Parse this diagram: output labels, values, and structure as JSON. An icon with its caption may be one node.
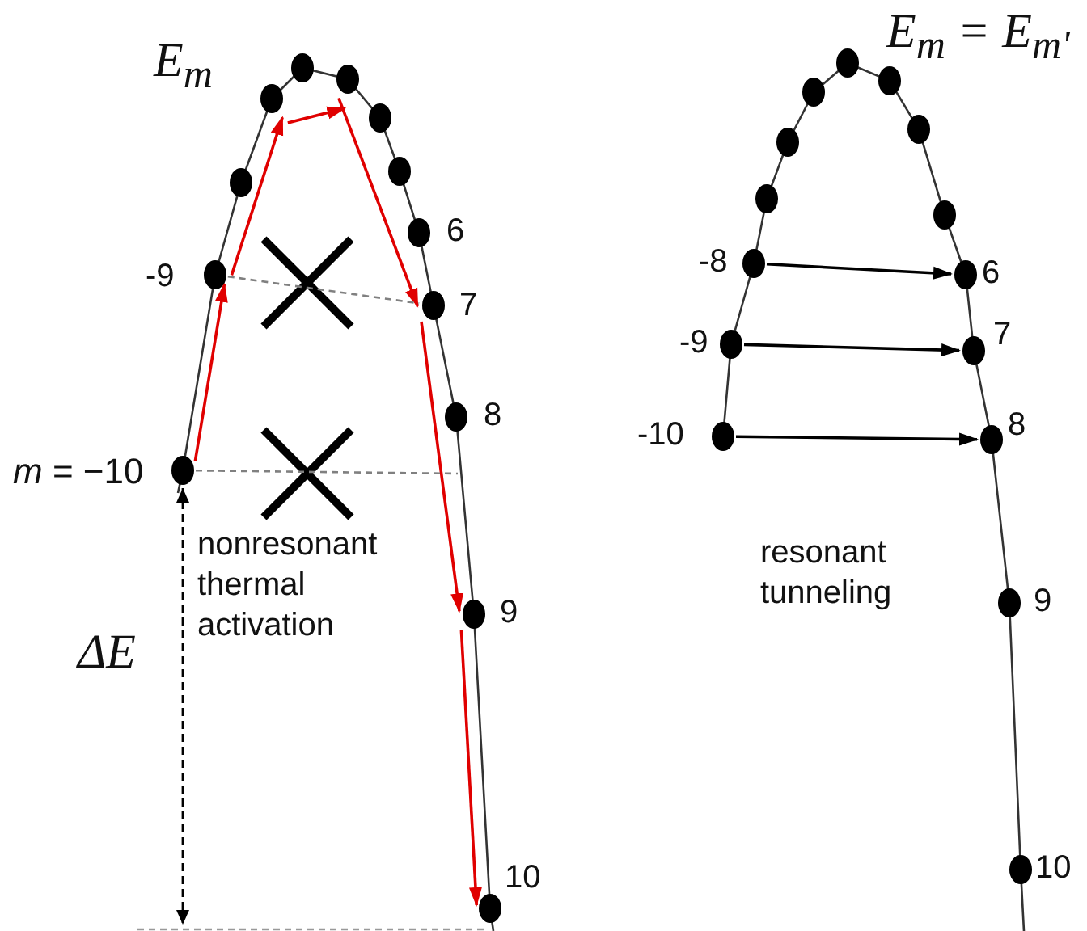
{
  "diagram": {
    "nodes": [
      {
        "text": [],
        "shape": "circle",
        "beside": [
          "*m* = −10"
        ]
      },
      {
        "text": [],
        "shape": "circle",
        "beside": [
          "-9"
        ]
      },
      {
        "text": [],
        "shape": "circle"
      },
      {
        "text": [],
        "shape": "circle"
      },
      {
        "text": [],
        "shape": "circle"
      },
      {
        "text": [],
        "shape": "circle"
      },
      {
        "text": [],
        "shape": "circle"
      },
      {
        "text": [],
        "shape": "circle"
      },
      {
        "text": [],
        "shape": "circle",
        "beside": [
          "6"
        ]
      },
      {
        "text": [],
        "shape": "circle",
        "beside": [
          "7"
        ]
      },
      {
        "text": [],
        "shape": "circle",
        "beside": [
          "8"
        ]
      },
      {
        "text": [],
        "shape": "circle",
        "beside": [
          "9"
        ]
      },
      {
        "text": [],
        "shape": "circle",
        "beside": [
          "10"
        ]
      },
      {
        "text": [],
        "shape": "circle",
        "beside": [
          "-10"
        ]
      },
      {
        "text": [],
        "shape": "circle",
        "beside": [
          "-9"
        ]
      },
      {
        "text": [],
        "shape": "circle",
        "beside": [
          "-8"
        ]
      },
      {
        "text": [],
        "shape": "circle"
      },
      {
        "text": [],
        "shape": "circle"
      },
      {
        "text": [],
        "shape": "circle"
      },
      {
        "text": [],
        "shape": "circle"
      },
      {
        "text": [],
        "shape": "circle"
      },
      {
        "text": [],
        "shape": "circle"
      },
      {
        "text": [],
        "shape": "circle"
      },
      {
        "text": [],
        "shape": "circle",
        "beside": [
          "6"
        ]
      },
      {
        "text": [],
        "shape": "circle",
        "beside": [
          "7"
        ]
      },
      {
        "text": [],
        "shape": "circle",
        "beside": [
          "8"
        ]
      },
      {
        "text": [],
        "shape": "circle",
        "beside": [
          "9"
        ]
      },
      {
        "text": [],
        "shape": "circle",
        "beside": [
          "10"
        ]
      }
    ],
    "edges": [
      {
        "from": 0,
        "to": 1,
        "arrow": "to"
      },
      {
        "from": 1,
        "to": 3,
        "arrow": "to"
      },
      {
        "from": 3,
        "to": 5,
        "arrow": "to"
      },
      {
        "from": 5,
        "to": 9,
        "arrow": "to"
      },
      {
        "from": 9,
        "to": 11,
        "arrow": "to"
      },
      {
        "from": 11,
        "to": 12,
        "arrow": "to"
      },
      {
        "from": 1,
        "to": 9,
        "arrow": "none",
        "style": "dashed",
        "color": "#808080"
      },
      {
        "from": 0,
        "to": null,
        "arrow": "none",
        "style": "dashed",
        "color": "#808080"
      },
      {
        "from": 15,
        "to": 23,
        "arrow": "to",
        "color": "#000000"
      },
      {
        "from": 14,
        "to": 24,
        "arrow": "to",
        "color": "#000000"
      },
      {
        "from": 13,
        "to": 25,
        "arrow": "to",
        "color": "#000000"
      }
    ],
    "labels": [
      "E$_{m}$",
      "E$_{m}$ = E$_{m'}$",
      "ΔE",
      "nonresonant thermal activation",
      "resonant tunneling"
    ]
  }
}
